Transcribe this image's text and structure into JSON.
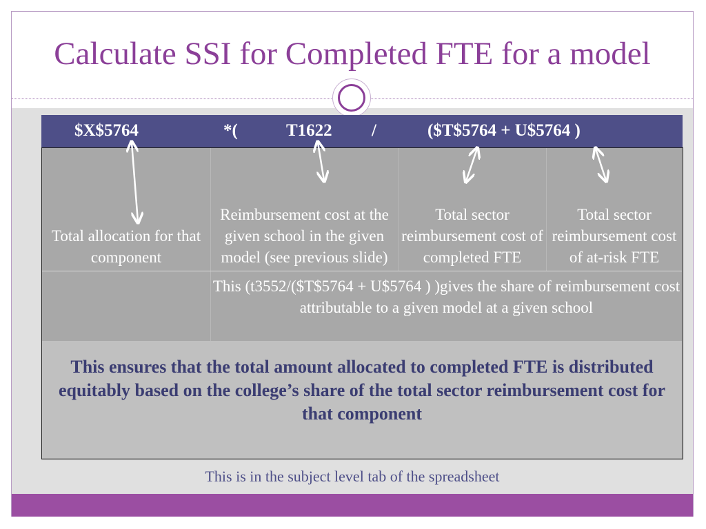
{
  "slide": {
    "title": "Calculate SSI for Completed FTE for a model",
    "formula": {
      "term1": "$X$5764",
      "term2": "*(",
      "term3": "T1622",
      "term4": "/",
      "term5": "($T$5764 + U$5764 )"
    },
    "table": {
      "row1": [
        "Total allocation for that component",
        "Reimbursement cost at the given school in the given model (see previous slide)",
        "Total sector reimbursement cost of completed FTE",
        "Total sector reimbursement cost of at-risk FTE"
      ],
      "row2_text": "This (t3552/($T$5764 + U$5764 ) )gives the share of reimbursement cost attributable to a given model at a given school",
      "row3_text": "This ensures that the total amount allocated to completed FTE is distributed equitably based on the college’s share of the total sector reimbursement cost for that component"
    },
    "footnote": "This is in the subject level tab of the spreadsheet"
  },
  "colors": {
    "title": "#8b3f98",
    "formula_bar": "#4e4f88",
    "table_cell": "#a8a8a8",
    "emphasis_text": "#3b3d72",
    "footer_bar": "#9b4ea2"
  }
}
